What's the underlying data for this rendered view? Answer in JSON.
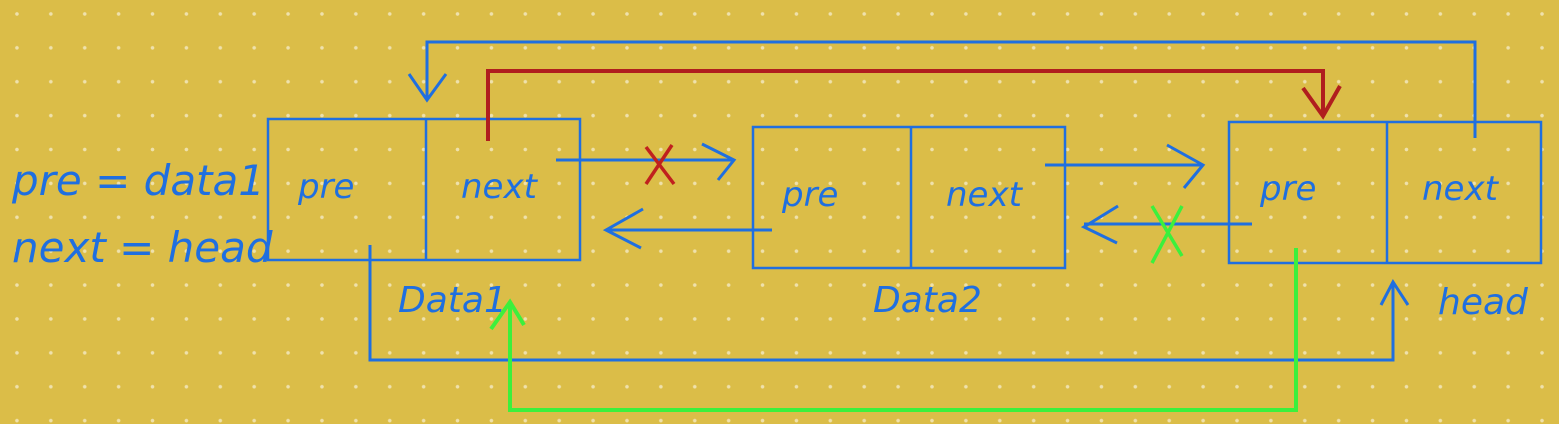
{
  "annotation": {
    "line1": "pre = data1",
    "line2": "next = head"
  },
  "nodes": [
    {
      "name": "Data1",
      "pre_label": "pre",
      "next_label": "next"
    },
    {
      "name": "Data2",
      "pre_label": "pre",
      "next_label": "next"
    },
    {
      "name": "head",
      "pre_label": "pre",
      "next_label": "next"
    }
  ],
  "colors": {
    "background": "#dbbd48",
    "pointer": "#1f6fe0",
    "new_next_link": "#b01e1e",
    "new_pre_link": "#3cf03c",
    "removed_mark_red": "#c0201e",
    "removed_mark_green": "#3cf03c"
  }
}
